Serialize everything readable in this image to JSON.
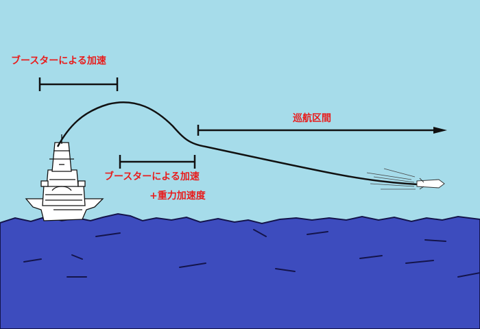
{
  "labels": {
    "booster_top": "ブースターによる加速",
    "booster_mid": "ブースターによる加速",
    "gravity": "+重力加速度",
    "cruise": "巡航区間"
  },
  "colors": {
    "sky": "#a6dcea",
    "sea": "#3d4cbe",
    "sea_line": "#14144a",
    "label_text": "#e81c1c",
    "ink": "#111111"
  }
}
